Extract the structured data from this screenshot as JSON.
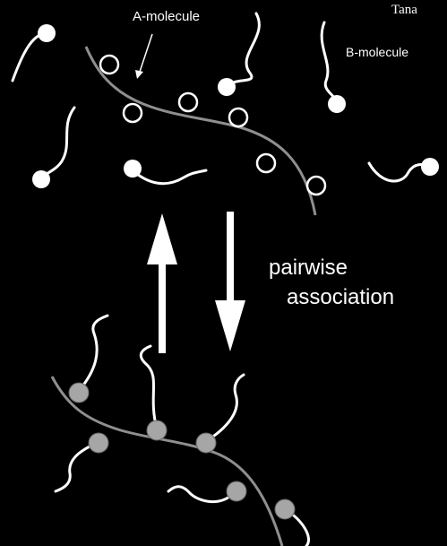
{
  "header": {
    "text": "Tana"
  },
  "labels": {
    "a_molecule": "A-molecule",
    "b_molecule": "B-molecule",
    "process_line1": "pairwise",
    "process_line2": "association"
  },
  "colors": {
    "background": "#000000",
    "chain": "#8f8f8f",
    "white": "#ffffff",
    "bound_bead": "#a6a6a6"
  }
}
